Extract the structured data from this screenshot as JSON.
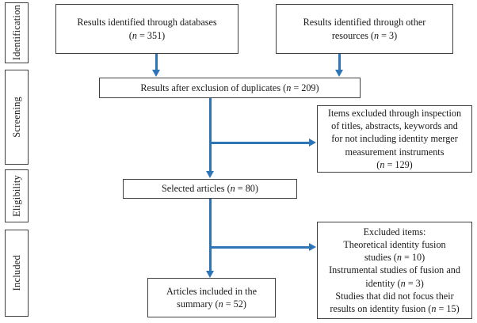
{
  "diagram": {
    "title": "PRISMA study selection flow diagram",
    "accent_color": "#2E75B6",
    "box_border_color": "#3f3f3f",
    "background": "#ffffff"
  },
  "stages": [
    {
      "id": "identification",
      "label": "Identification"
    },
    {
      "id": "screening",
      "label": "Screening"
    },
    {
      "id": "eligibility",
      "label": "Eligibility"
    },
    {
      "id": "included",
      "label": "Included"
    }
  ],
  "nodes": {
    "databases": {
      "line1": "Results identified through databases",
      "line2": "(n = 351)",
      "n": 351
    },
    "other_resources": {
      "line1": "Results identified through other",
      "line2": "resources (n = 3)",
      "n": 3
    },
    "after_duplicates": {
      "line1": "Results after exclusion of duplicates (n = 209)",
      "n": 209
    },
    "items_excluded": {
      "line1": "Items excluded through inspection",
      "line2": "of titles, abstracts, keywords and",
      "line3": "for not including identity merger",
      "line4": "measurement instruments",
      "line5": "(n = 129)",
      "n": 129
    },
    "selected_articles": {
      "line1": "Selected articles (n =  80)",
      "n": 80
    },
    "excluded_items": {
      "line1": "Excluded items:",
      "line2": "Theoretical identity fusion",
      "line3": "studies (n = 10)",
      "line4": "Instrumental studies of fusion and",
      "line5": "identity (n = 3)",
      "line6": "Studies that did not focus their",
      "line7": "results on identity fusion (n = 15)",
      "n_theoretical": 10,
      "n_instrumental": 3,
      "n_not_focused": 15
    },
    "articles_included": {
      "line1": "Articles included in the",
      "line2": "summary (n = 52)",
      "n": 52
    }
  }
}
